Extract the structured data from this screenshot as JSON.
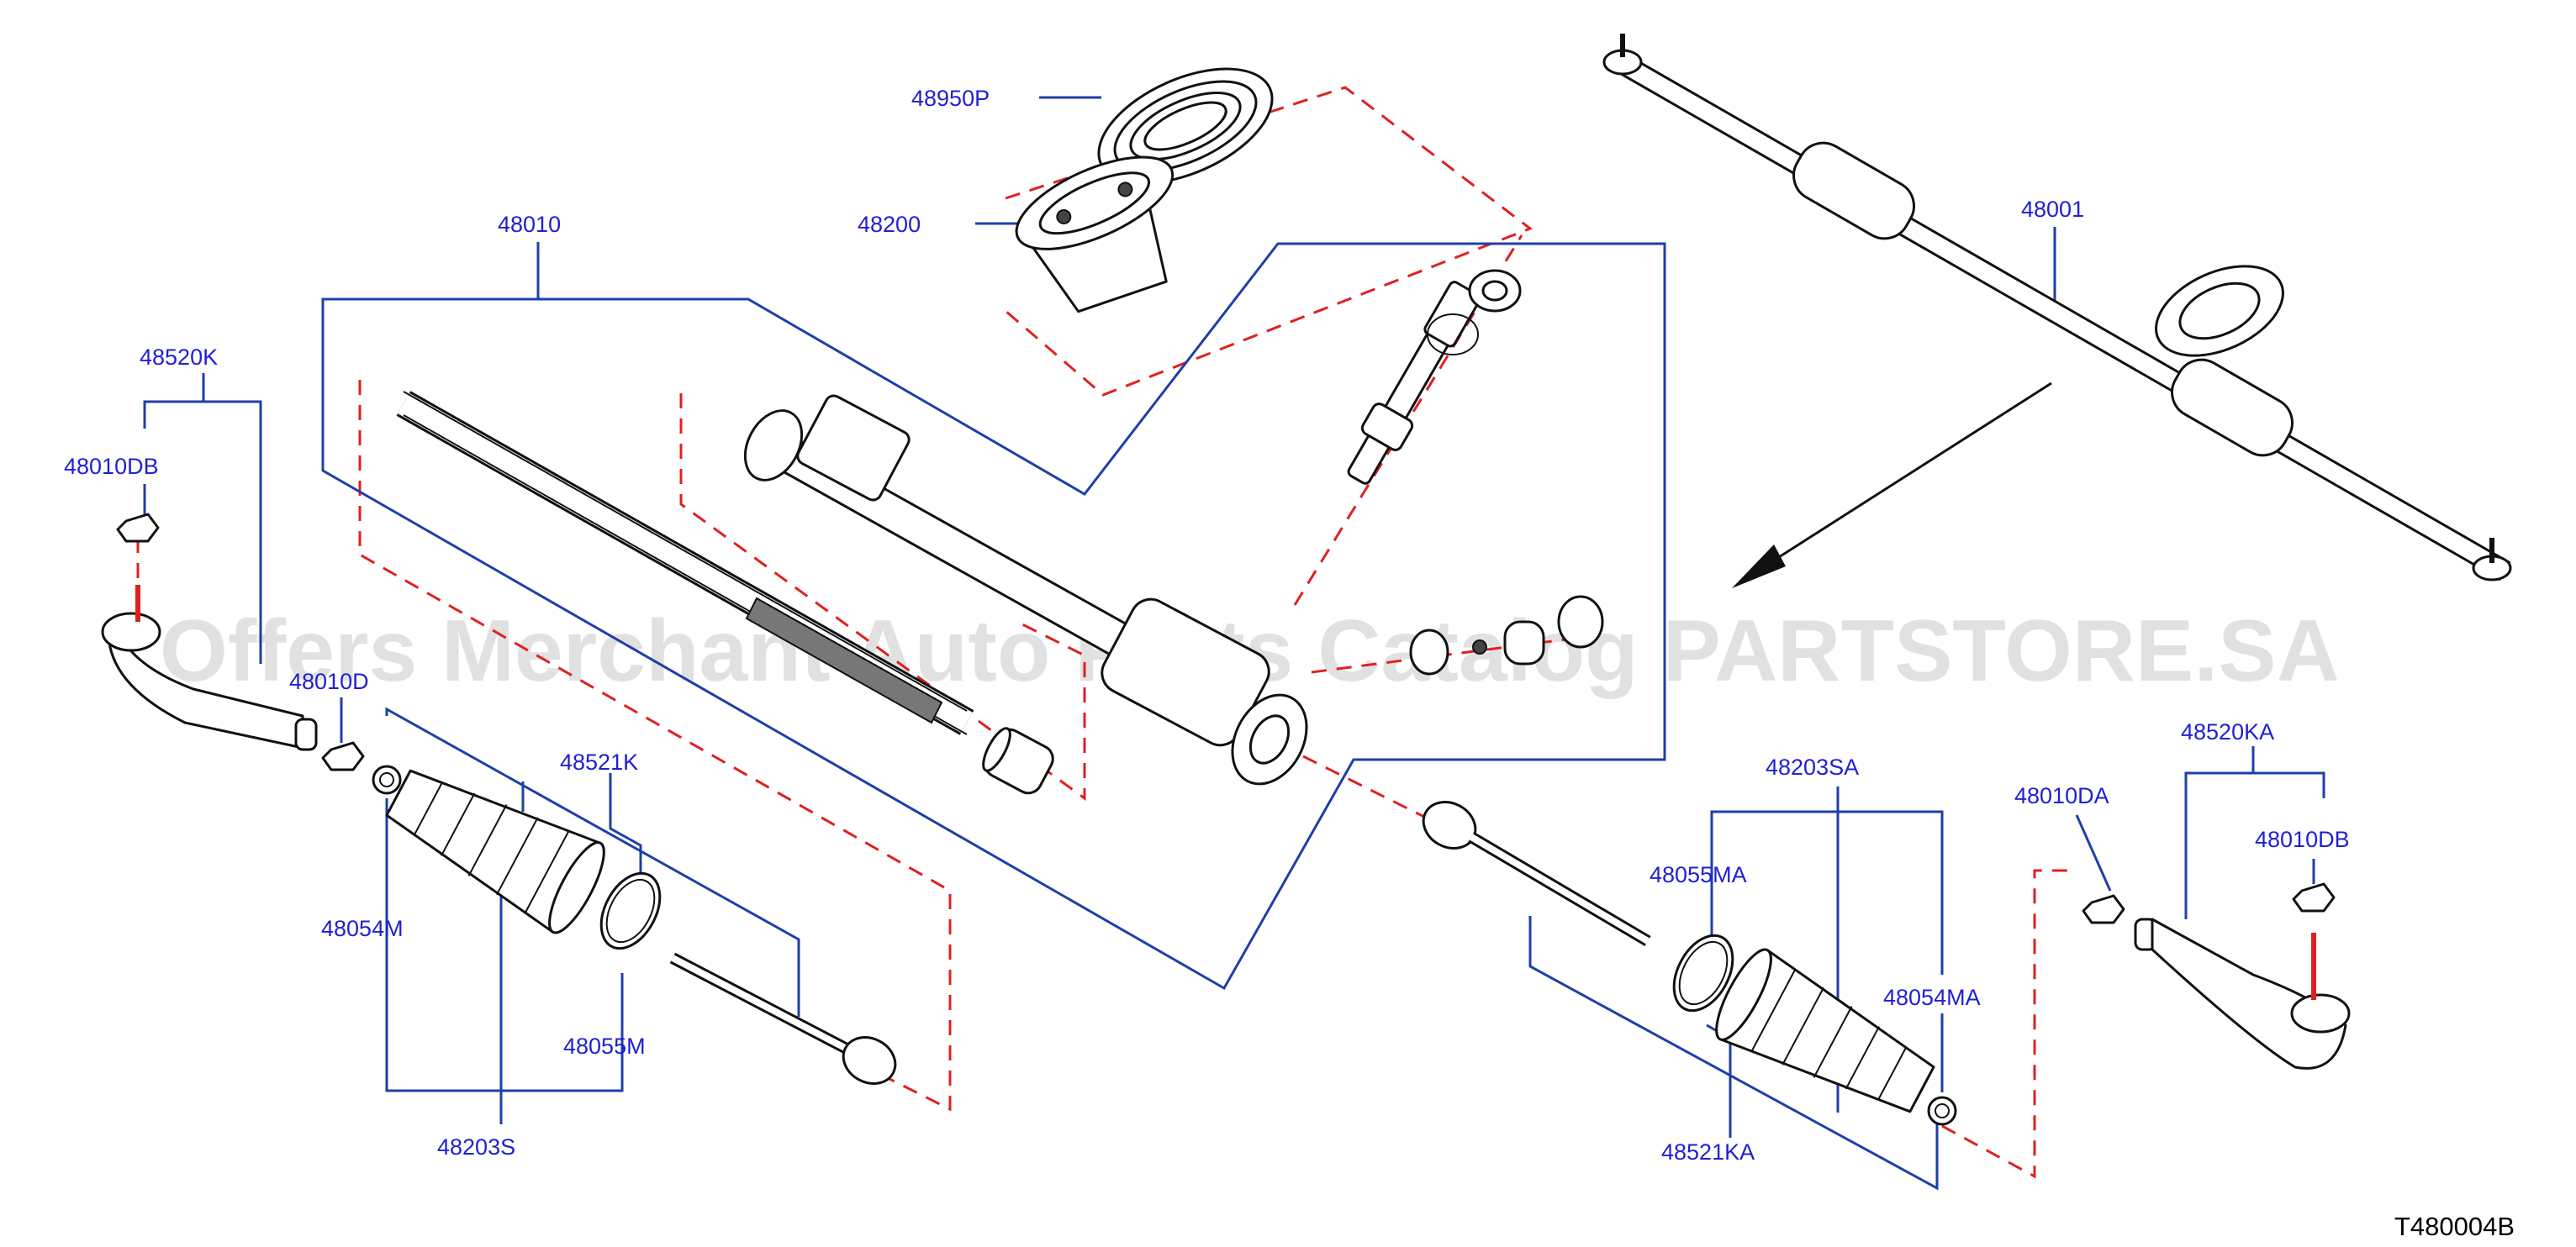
{
  "diagram_code": "T480004B",
  "watermark": "Offers Merchant Auto Parts Catalog PARTSTORE.SA",
  "colors": {
    "label_text": "#1f1fd6",
    "leader_line": "#1d3fa8",
    "dashed_group": "#e02020",
    "part_outline": "#111111",
    "watermark": "#c9c9c9"
  },
  "labels": {
    "p48950P": "48950P",
    "p48200": "48200",
    "p48010": "48010",
    "p48001": "48001",
    "p48520K": "48520K",
    "p48010DB_left": "48010DB",
    "p48010D": "48010D",
    "p48521K": "48521K",
    "p48054M": "48054M",
    "p48055M": "48055M",
    "p48203S": "48203S",
    "p48203SA": "48203SA",
    "p48055MA": "48055MA",
    "p48054MA": "48054MA",
    "p48521KA": "48521KA",
    "p48010DA": "48010DA",
    "p48520KA": "48520KA",
    "p48010DB_right": "48010DB"
  }
}
